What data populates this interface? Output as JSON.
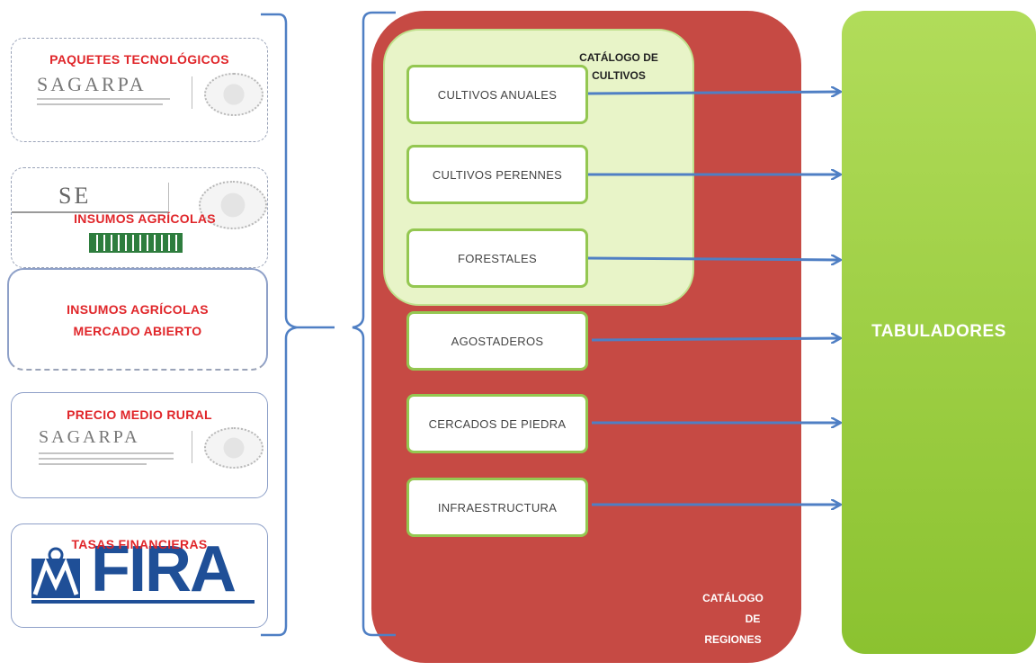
{
  "sources": [
    {
      "title": "PAQUETES TECNOLÓGICOS",
      "logo": "SAGARPA"
    },
    {
      "title": "INSUMOS AGRÍCOLAS",
      "logo": "SE"
    },
    {
      "title_line1": "INSUMOS AGRÍCOLAS",
      "title_line2": "MERCADO ABIERTO"
    },
    {
      "title": "PRECIO MEDIO RURAL",
      "logo": "SAGARPA"
    },
    {
      "title": "TASAS FINANCIERAS",
      "logo": "FIRA"
    }
  ],
  "catalog_cultivos": {
    "line1": "CATÁLOGO DE",
    "line2": "CULTIVOS"
  },
  "items": [
    "CULTIVOS ANUALES",
    "CULTIVOS PERENNES",
    "FORESTALES",
    "AGOSTADEROS",
    "CERCADOS DE PIEDRA",
    "INFRAESTRUCTURA"
  ],
  "catalog_regiones": {
    "line1": "CATÁLOGO",
    "line2": "DE",
    "line3": "REGIONES"
  },
  "target": "TABULADORES",
  "colors": {
    "red": "#c64a44",
    "green": "#8bc230",
    "light_green": "#e8f4c8",
    "arrow": "#4f7fc4",
    "title_red": "#e0262a",
    "fira_blue": "#1f4f97"
  }
}
